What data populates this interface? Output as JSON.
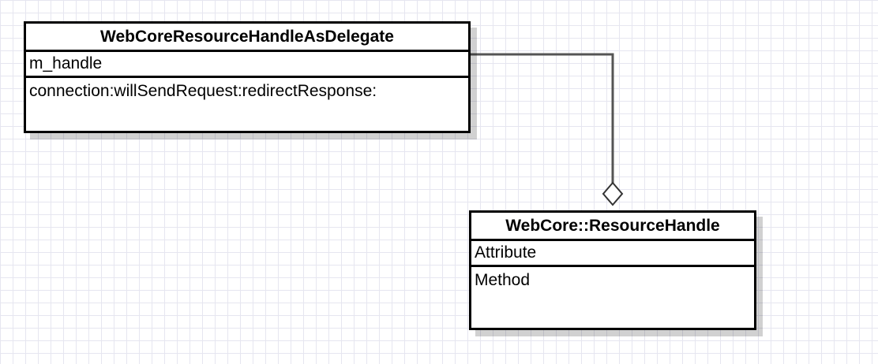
{
  "diagram": {
    "classes": [
      {
        "id": "delegate",
        "name": "WebCoreResourceHandleAsDelegate",
        "attributes": "m_handle",
        "methods": "connection:willSendRequest:redirectResponse:"
      },
      {
        "id": "resource_handle",
        "name": "WebCore::ResourceHandle",
        "attributes": "Attribute",
        "methods": "Method"
      }
    ],
    "relationship": {
      "type": "aggregation",
      "from": "WebCore::ResourceHandle",
      "to": "WebCoreResourceHandleAsDelegate"
    },
    "colors": {
      "grid": "#e6e6f0",
      "border": "#000000",
      "connector": "#555555"
    }
  }
}
